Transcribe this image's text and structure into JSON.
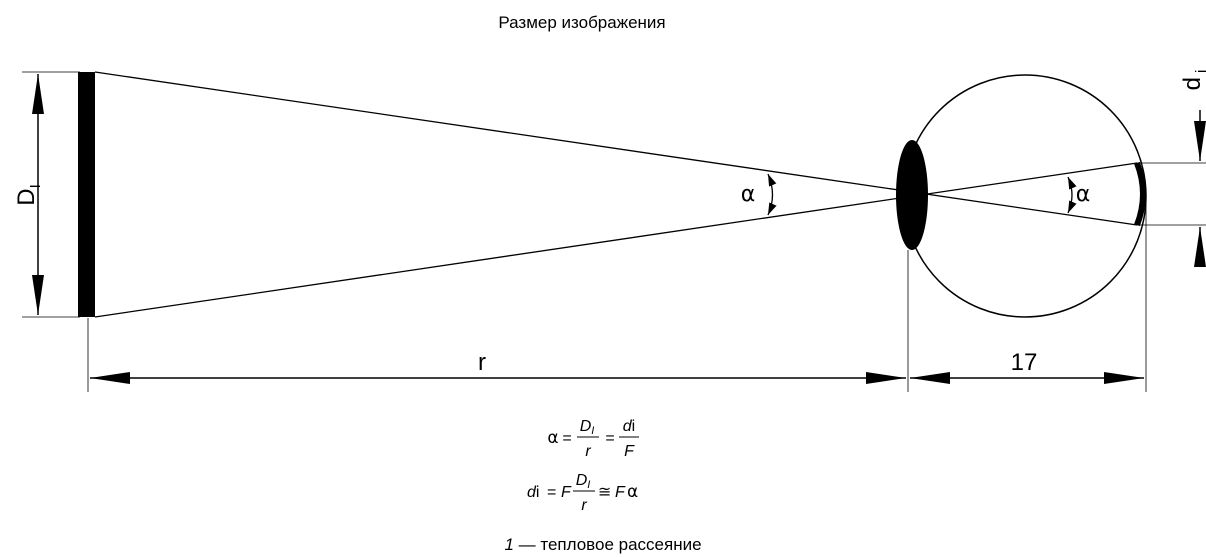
{
  "title": "Размер изображения",
  "labels": {
    "object_size": "D",
    "object_size_sub": "I",
    "image_size": "d",
    "image_size_sub": "i",
    "angle": "α",
    "distance": "r",
    "eye_length": "17"
  },
  "formula_1": {
    "alpha": "α",
    "eq": "=",
    "D": "D",
    "D_sub": "I",
    "r": "r",
    "d": "d",
    "d_sub": "i",
    "F": "F"
  },
  "formula_2": {
    "d": "d",
    "d_sub": "i",
    "eq": "=",
    "F": "F",
    "D": "D",
    "D_sub": "I",
    "r": "r",
    "approx": "≅",
    "F_alpha": "F",
    "alpha": "α"
  },
  "legend": {
    "number": "1",
    "text": " — тепловое рассеяние"
  }
}
